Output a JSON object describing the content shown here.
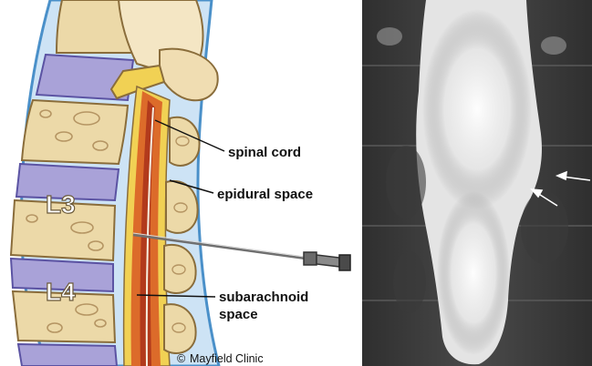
{
  "illustration": {
    "labels": {
      "spinal_cord": "spinal cord",
      "epidural_space": "epidural space",
      "subarachnoid_line1": "subarachnoid",
      "subarachnoid_line2": "space"
    },
    "vertebra_labels": [
      "L3",
      "L4"
    ],
    "credit": "Mayfield Clinic",
    "credit_symbol": "©"
  },
  "xray": {
    "arrow_count": 2
  },
  "colors": {
    "bone": "#ecd9a8",
    "bone_spot": "#b59563",
    "disc": "#a9a2d8",
    "csf_layer": "#bcd7ee",
    "cord_orange": "#dc6b2a",
    "cord_red": "#b23a1c",
    "fat_yellow": "#f1d154"
  }
}
